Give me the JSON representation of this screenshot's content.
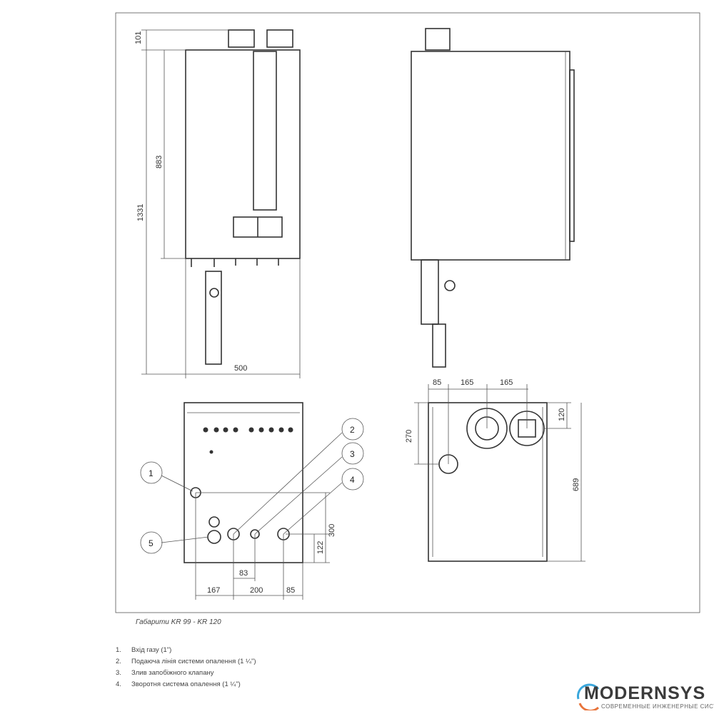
{
  "drawing": {
    "front_view": {
      "dims": {
        "top": "101",
        "body_height": "883",
        "total_height": "1331",
        "width": "500"
      }
    },
    "bottom_view_left": {
      "dims": {
        "d300": "300",
        "d122": "122",
        "d83": "83",
        "d167": "167",
        "d200": "200",
        "d85": "85"
      },
      "callouts": [
        "1",
        "2",
        "3",
        "4",
        "5"
      ]
    },
    "top_view_right": {
      "dims": {
        "d85": "85",
        "d165a": "165",
        "d165b": "165",
        "d120": "120",
        "d270": "270",
        "d689": "689"
      }
    }
  },
  "caption": "Габарити KR 99 - KR 120",
  "legend": [
    {
      "num": "1.",
      "text": "Вхід газу (1\")"
    },
    {
      "num": "2.",
      "text": "Подаюча лінія системи опалення (1 ¼\")"
    },
    {
      "num": "3.",
      "text": "Злив запобіжного клапану"
    },
    {
      "num": "4.",
      "text": "Зворотня система опалення (1 ¼\")"
    }
  ],
  "logo": {
    "brand": "MODERNSYS",
    "tagline": "СОВРЕМЕННЫЕ ИНЖЕНЕРНЫЕ СИСТЕМЫ",
    "accent_blue": "#3aa7dc",
    "accent_orange": "#e8743b"
  }
}
